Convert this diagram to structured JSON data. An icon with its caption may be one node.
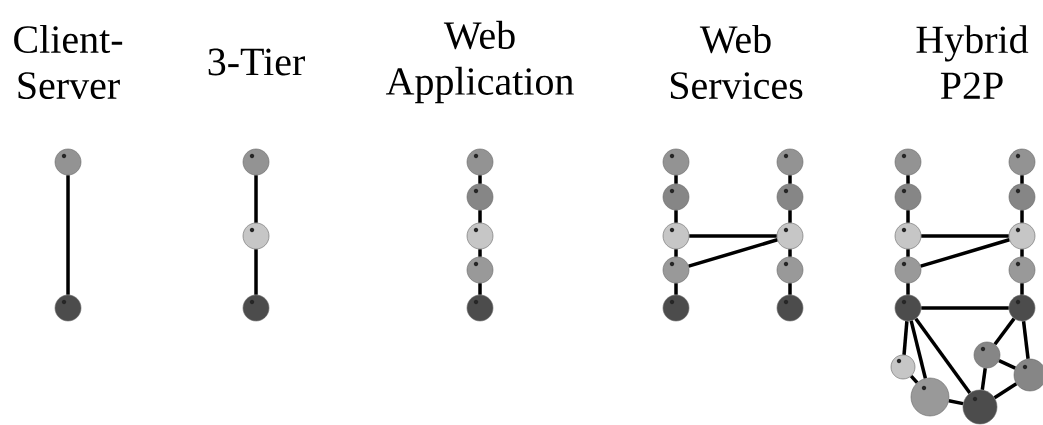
{
  "diagram": {
    "nodes": [
      {
        "text": [],
        "shape": "circle"
      },
      {
        "text": [],
        "shape": "circle"
      },
      {
        "text": [],
        "shape": "circle"
      },
      {
        "text": [],
        "shape": "circle"
      },
      {
        "text": [],
        "shape": "circle"
      },
      {
        "text": [],
        "shape": "circle"
      },
      {
        "text": [],
        "shape": "circle"
      },
      {
        "text": [],
        "shape": "circle"
      },
      {
        "text": [],
        "shape": "circle"
      },
      {
        "text": [],
        "shape": "circle"
      },
      {
        "text": [],
        "shape": "circle"
      },
      {
        "text": [],
        "shape": "circle"
      },
      {
        "text": [],
        "shape": "circle"
      },
      {
        "text": [],
        "shape": "circle"
      },
      {
        "text": [],
        "shape": "circle"
      },
      {
        "text": [],
        "shape": "circle"
      },
      {
        "text": [],
        "shape": "circle"
      },
      {
        "text": [],
        "shape": "circle"
      },
      {
        "text": [],
        "shape": "circle"
      },
      {
        "text": [],
        "shape": "circle"
      },
      {
        "text": [],
        "shape": "circle"
      },
      {
        "text": [],
        "shape": "circle"
      },
      {
        "text": [],
        "shape": "circle"
      },
      {
        "text": [],
        "shape": "circle"
      },
      {
        "text": [],
        "shape": "circle"
      },
      {
        "text": [],
        "shape": "circle"
      },
      {
        "text": [],
        "shape": "circle"
      },
      {
        "text": [],
        "shape": "circle"
      },
      {
        "text": [],
        "shape": "circle"
      },
      {
        "text": [],
        "shape": "circle"
      },
      {
        "text": [],
        "shape": "circle"
      },
      {
        "text": [],
        "shape": "circle"
      },
      {
        "text": [],
        "shape": "circle"
      },
      {
        "text": [],
        "shape": "circle"
      },
      {
        "text": [],
        "shape": "circle"
      }
    ],
    "edges": [
      {
        "from": 0,
        "to": 1,
        "arrow": "none"
      },
      {
        "from": 2,
        "to": 3,
        "arrow": "none"
      },
      {
        "from": 3,
        "to": 4,
        "arrow": "none"
      },
      {
        "from": 5,
        "to": 6,
        "arrow": "none"
      },
      {
        "from": 6,
        "to": 7,
        "arrow": "none"
      },
      {
        "from": 7,
        "to": 8,
        "arrow": "none"
      },
      {
        "from": 8,
        "to": 9,
        "arrow": "none"
      },
      {
        "from": 10,
        "to": 11,
        "arrow": "none"
      },
      {
        "from": 11,
        "to": 12,
        "arrow": "none"
      },
      {
        "from": 12,
        "to": 13,
        "arrow": "none"
      },
      {
        "from": 13,
        "to": 14,
        "arrow": "none"
      },
      {
        "from": 15,
        "to": 16,
        "arrow": "none"
      },
      {
        "from": 16,
        "to": 17,
        "arrow": "none"
      },
      {
        "from": 17,
        "to": 18,
        "arrow": "none"
      },
      {
        "from": 18,
        "to": 19,
        "arrow": "none"
      },
      {
        "from": 12,
        "to": 17,
        "arrow": "none"
      },
      {
        "from": 13,
        "to": 17,
        "arrow": "none"
      },
      {
        "from": 20,
        "to": 21,
        "arrow": "none"
      },
      {
        "from": 21,
        "to": 22,
        "arrow": "none"
      },
      {
        "from": 22,
        "to": 23,
        "arrow": "none"
      },
      {
        "from": 23,
        "to": 24,
        "arrow": "none"
      },
      {
        "from": 25,
        "to": 26,
        "arrow": "none"
      },
      {
        "from": 26,
        "to": 27,
        "arrow": "none"
      },
      {
        "from": 27,
        "to": 28,
        "arrow": "none"
      },
      {
        "from": 28,
        "to": 29,
        "arrow": "none"
      },
      {
        "from": 22,
        "to": 27,
        "arrow": "none"
      },
      {
        "from": 23,
        "to": 27,
        "arrow": "none"
      },
      {
        "from": 24,
        "to": 29,
        "arrow": "none"
      },
      {
        "from": 24,
        "to": 30,
        "arrow": "none"
      },
      {
        "from": 24,
        "to": 31,
        "arrow": "none"
      },
      {
        "from": 24,
        "to": 32,
        "arrow": "none"
      },
      {
        "from": 30,
        "to": 31,
        "arrow": "none"
      },
      {
        "from": 31,
        "to": 32,
        "arrow": "none"
      },
      {
        "from": 32,
        "to": 33,
        "arrow": "none"
      },
      {
        "from": 32,
        "to": 34,
        "arrow": "none"
      },
      {
        "from": 33,
        "to": 29,
        "arrow": "none"
      },
      {
        "from": 33,
        "to": 34,
        "arrow": "none"
      },
      {
        "from": 29,
        "to": 34,
        "arrow": "none"
      }
    ],
    "labels": [
      "Client-Server",
      "3-Tier",
      "Web Application",
      "Web Services",
      "Hybrid P2P"
    ]
  }
}
